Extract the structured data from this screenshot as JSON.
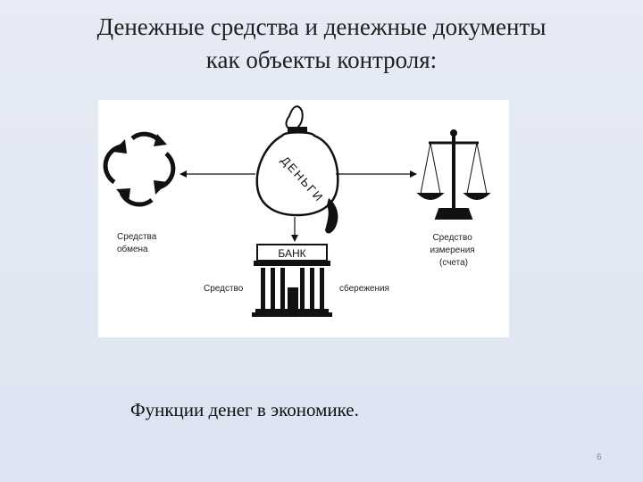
{
  "slide": {
    "title_line1": "Денежные средства и денежные документы",
    "title_line2": "как объекты контроля:",
    "caption": "Функции денег в экономике.",
    "page_number": "6"
  },
  "diagram": {
    "bag_text": "ДЕНЬГИ",
    "bank_text": "БАНК",
    "exchange_label": [
      "Средства",
      "обмена"
    ],
    "measure_label": [
      "Средство",
      "измерения",
      "(счета)"
    ],
    "savings_left": "Средство",
    "savings_right": "сбережения"
  }
}
